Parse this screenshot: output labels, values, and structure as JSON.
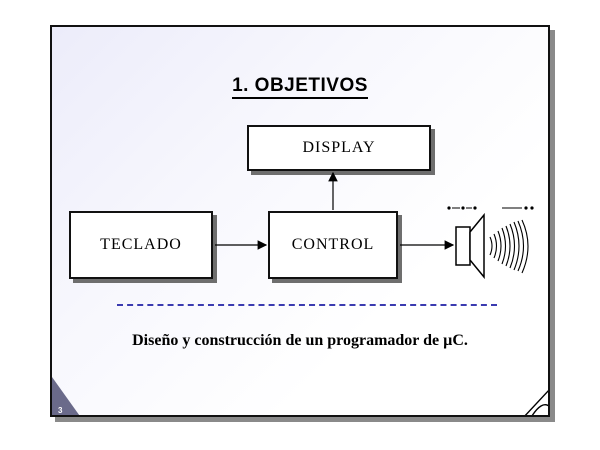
{
  "slide": {
    "title": "1. OBJETIVOS",
    "blocks": {
      "display": "DISPLAY",
      "teclado": "TECLADO",
      "control": "CONTROL"
    },
    "subtitle": "Diseño y construcción de un programador de µC.",
    "page_number": "3"
  },
  "colors": {
    "dashed_line": "#3b3bb0",
    "corner_fold": "#6a6a8a"
  },
  "icons": [
    "speaker-icon",
    "sound-waves-icon"
  ]
}
